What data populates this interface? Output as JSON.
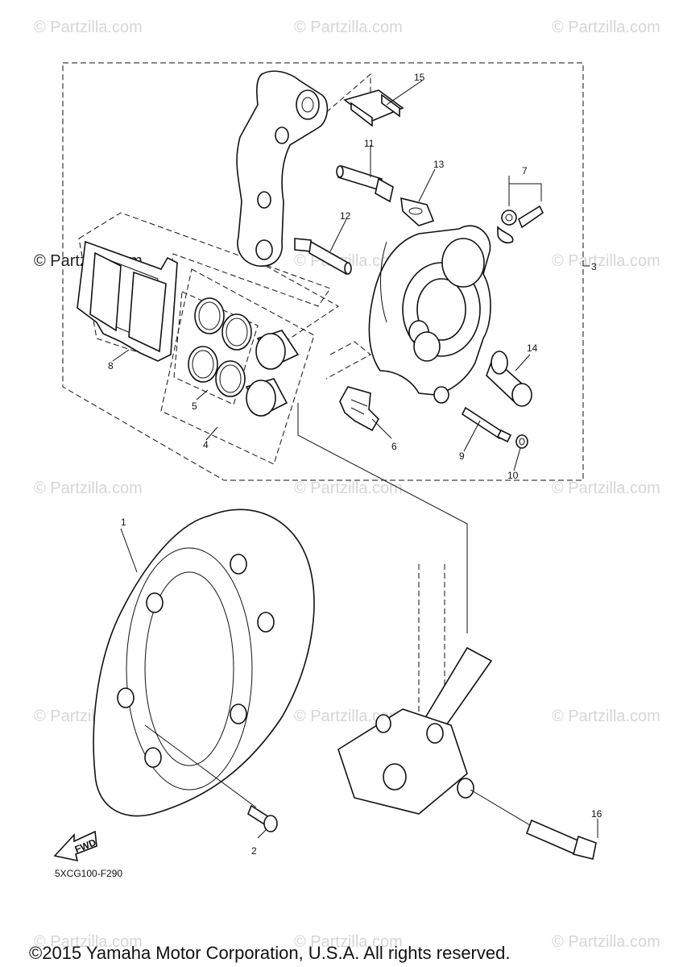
{
  "watermark": {
    "text": "© Partzilla.com"
  },
  "diagram_code": "5XCG100-F290",
  "fwd_label": "FWD",
  "copyright": "©2015 Yamaha Motor Corporation, U.S.A. All rights reserved.",
  "callouts": {
    "c1": "1",
    "c2": "2",
    "c3": "3",
    "c4": "4",
    "c5": "5",
    "c6": "6",
    "c7": "7",
    "c8": "8",
    "c9": "9",
    "c10": "10",
    "c11": "11",
    "c12": "12",
    "c13": "13",
    "c14": "14",
    "c15": "15",
    "c16": "16"
  }
}
